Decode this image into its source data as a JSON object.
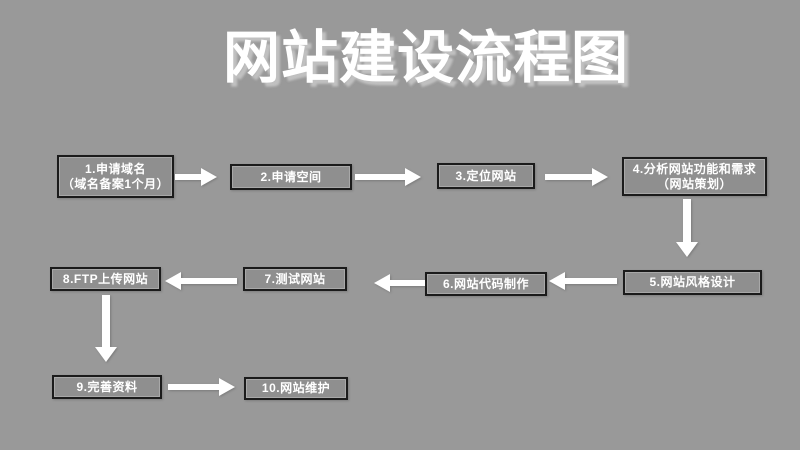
{
  "slide": {
    "title": "网站建设流程图"
  },
  "flow": {
    "boxes": [
      {
        "step": 1,
        "label_lines": [
          "1.申请域名",
          "（域名备案1个月）"
        ]
      },
      {
        "step": 2,
        "label_lines": [
          "2.申请空间"
        ]
      },
      {
        "step": 3,
        "label_lines": [
          "3.定位网站"
        ]
      },
      {
        "step": 4,
        "label_lines": [
          "4.分析网站功能和需求",
          "（网站策划）"
        ]
      },
      {
        "step": 5,
        "label_lines": [
          "5.网站风格设计"
        ]
      },
      {
        "step": 6,
        "label_lines": [
          "6.网站代码制作"
        ]
      },
      {
        "step": 7,
        "label_lines": [
          "7.测试网站"
        ]
      },
      {
        "step": 8,
        "label_lines": [
          "8.FTP上传网站"
        ]
      },
      {
        "step": 9,
        "label_lines": [
          "9.完善资料"
        ]
      },
      {
        "step": 10,
        "label_lines": [
          "10.网站维护"
        ]
      }
    ],
    "connections": [
      {
        "from": 1,
        "to": 2,
        "direction": "right"
      },
      {
        "from": 2,
        "to": 3,
        "direction": "right"
      },
      {
        "from": 3,
        "to": 4,
        "direction": "right"
      },
      {
        "from": 4,
        "to": 5,
        "direction": "down"
      },
      {
        "from": 5,
        "to": 6,
        "direction": "left"
      },
      {
        "from": 6,
        "to": 7,
        "direction": "left"
      },
      {
        "from": 7,
        "to": 8,
        "direction": "left"
      },
      {
        "from": 8,
        "to": 9,
        "direction": "down"
      },
      {
        "from": 9,
        "to": 10,
        "direction": "right"
      }
    ],
    "colors": {
      "background": "#999999",
      "box_fill": "#8f8f8f",
      "box_border": "#1b1b1b",
      "text": "#ffffff",
      "arrow": "#ffffff"
    }
  }
}
